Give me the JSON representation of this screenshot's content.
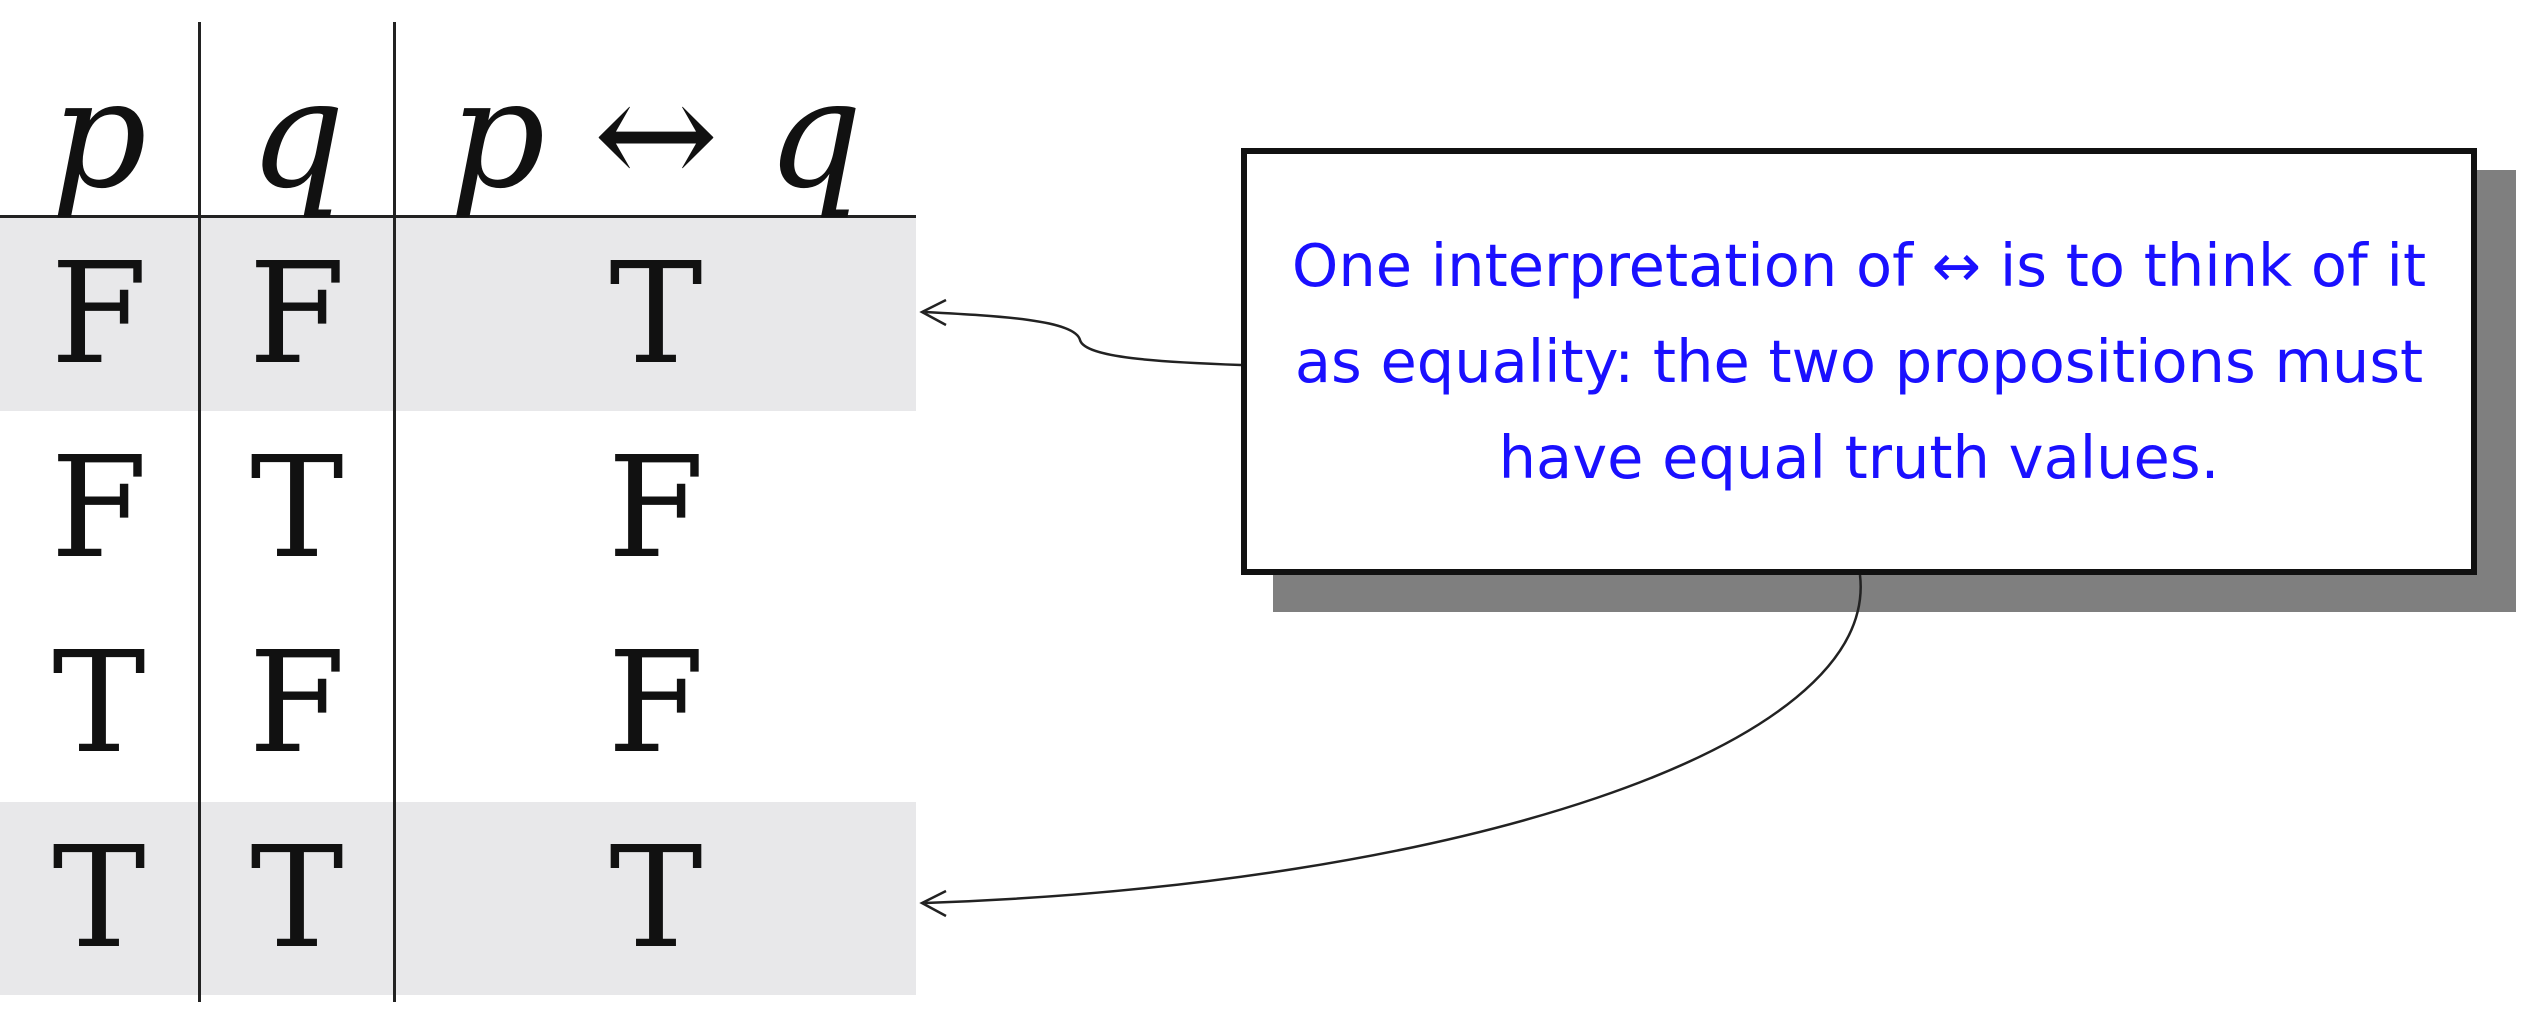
{
  "truth_table": {
    "headers": [
      "p",
      "q",
      "p ↔ q"
    ],
    "rows": [
      [
        "F",
        "F",
        "T"
      ],
      [
        "F",
        "T",
        "F"
      ],
      [
        "T",
        "F",
        "F"
      ],
      [
        "T",
        "T",
        "T"
      ]
    ],
    "highlighted_rows": [
      0,
      3
    ]
  },
  "callout": {
    "text": "One interpretation of ↔ is to think of it as equality: the two propositions must have equal truth values."
  },
  "colors": {
    "highlight": "#e8e8ea",
    "callout_text": "#1a10ff",
    "callout_shadow": "#7f7f7f"
  }
}
